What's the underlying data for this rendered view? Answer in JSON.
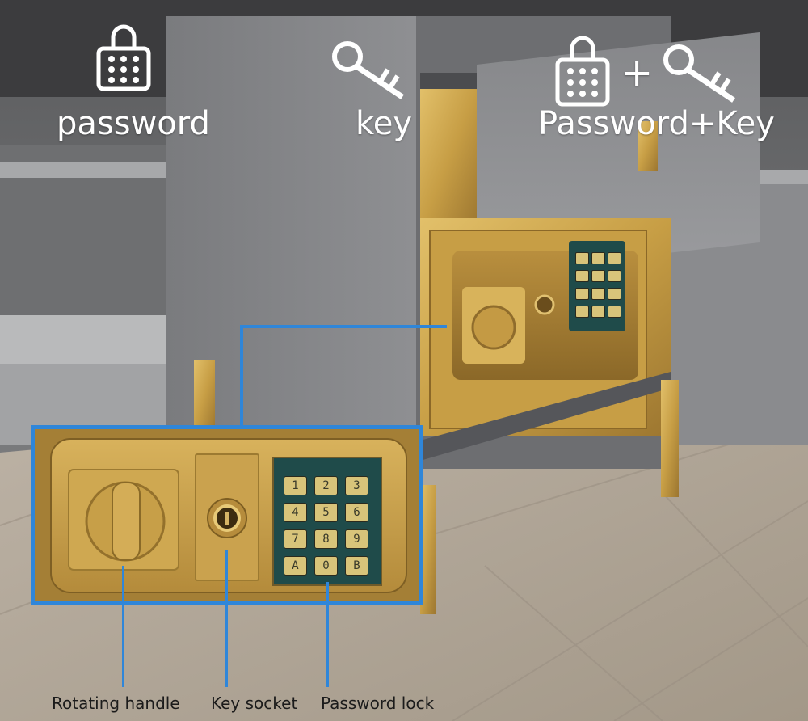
{
  "modes": [
    {
      "label": "password",
      "icon": "padlock-keypad-icon"
    },
    {
      "label": "key",
      "icon": "key-icon"
    },
    {
      "label": "Password+Key",
      "icon": "padlock-plus-key-icon",
      "plus": "+"
    }
  ],
  "callouts": {
    "handle": "Rotating handle",
    "socket": "Key socket",
    "lock": "Password lock"
  },
  "keypad": {
    "keys": [
      "1",
      "2",
      "3",
      "4",
      "5",
      "6",
      "7",
      "8",
      "9",
      "A",
      "0",
      "B"
    ],
    "header_labels": [
      "",
      "",
      ""
    ]
  },
  "colors": {
    "accent_blue": "#2f86d9",
    "gold": "#c9a24a",
    "cabinet_grey": "#8a8b8e",
    "keypad_teal": "#1f4b4a"
  }
}
